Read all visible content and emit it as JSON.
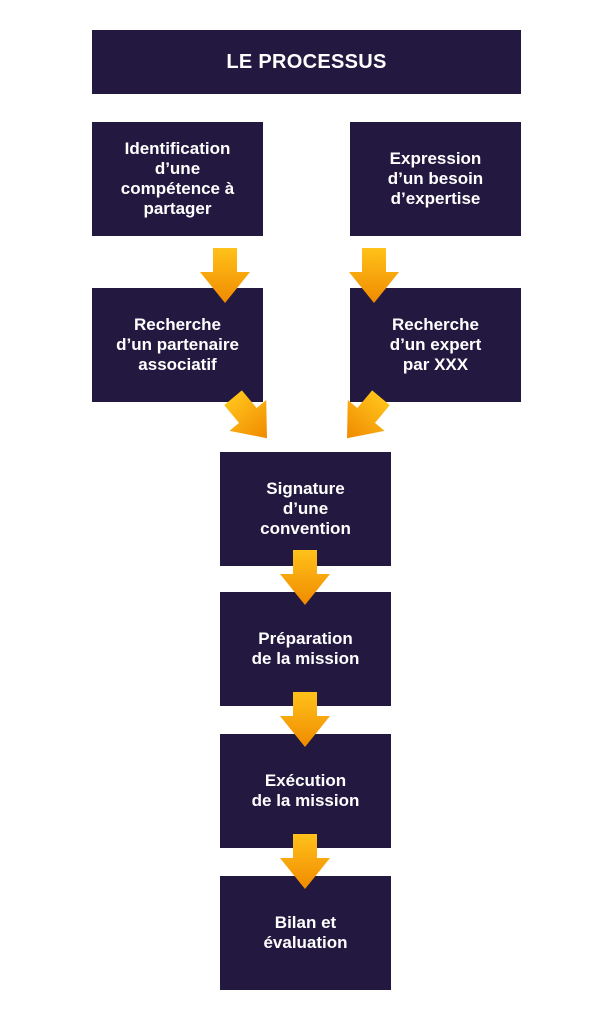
{
  "title": "LE PROCESSUS",
  "steps": {
    "identification": "Identification\nd’une\ncompétence à\npartager",
    "expression": "Expression\nd’un besoin\nd’expertise",
    "recherche_partenaire": "Recherche\nd’un partenaire\nassociatif",
    "recherche_expert": "Recherche\nd’un expert\npar XXX",
    "signature": "Signature\nd’une\nconvention",
    "preparation": "Préparation\nde la mission",
    "execution": "Exécution\nde la mission",
    "bilan": "Bilan et\névaluation"
  },
  "colors": {
    "box": "#23183f",
    "text": "#ffffff",
    "arrow_light": "#ffc21a",
    "arrow_dark": "#f08a00"
  }
}
